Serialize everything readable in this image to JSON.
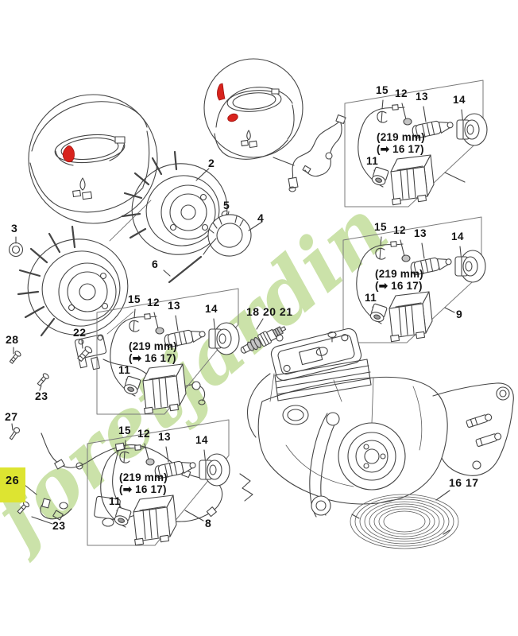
{
  "diagram": {
    "kind": "chainsaw-ignition-exploded-parts-diagram",
    "watermark": {
      "text": "foretjardin"
    },
    "colors": {
      "highlight_yellow": "#dde431",
      "position_marker_red": "#d8231d",
      "line_art": "#454545",
      "watermark_green": "#c3dd9b",
      "watermark_tan": "#c6bdac",
      "watermark_orange": "#ecc9a0"
    }
  },
  "parts": {
    "p2": "2",
    "p3": "3",
    "p4": "4",
    "p5": "5",
    "p6": "6",
    "p8": "8",
    "p9": "9",
    "p22": "22",
    "p23": "23",
    "p26": "26",
    "p27": "27",
    "p28": "28",
    "spark_plug_group": "18 20 21",
    "ignition_lead_group": "16 17"
  },
  "module_box": {
    "p15": "15",
    "p12": "12",
    "p13": "13",
    "p14": "14",
    "p11": "11",
    "wire_length": "(219 mm)",
    "wire_ref": "(➡ 16 17)"
  }
}
